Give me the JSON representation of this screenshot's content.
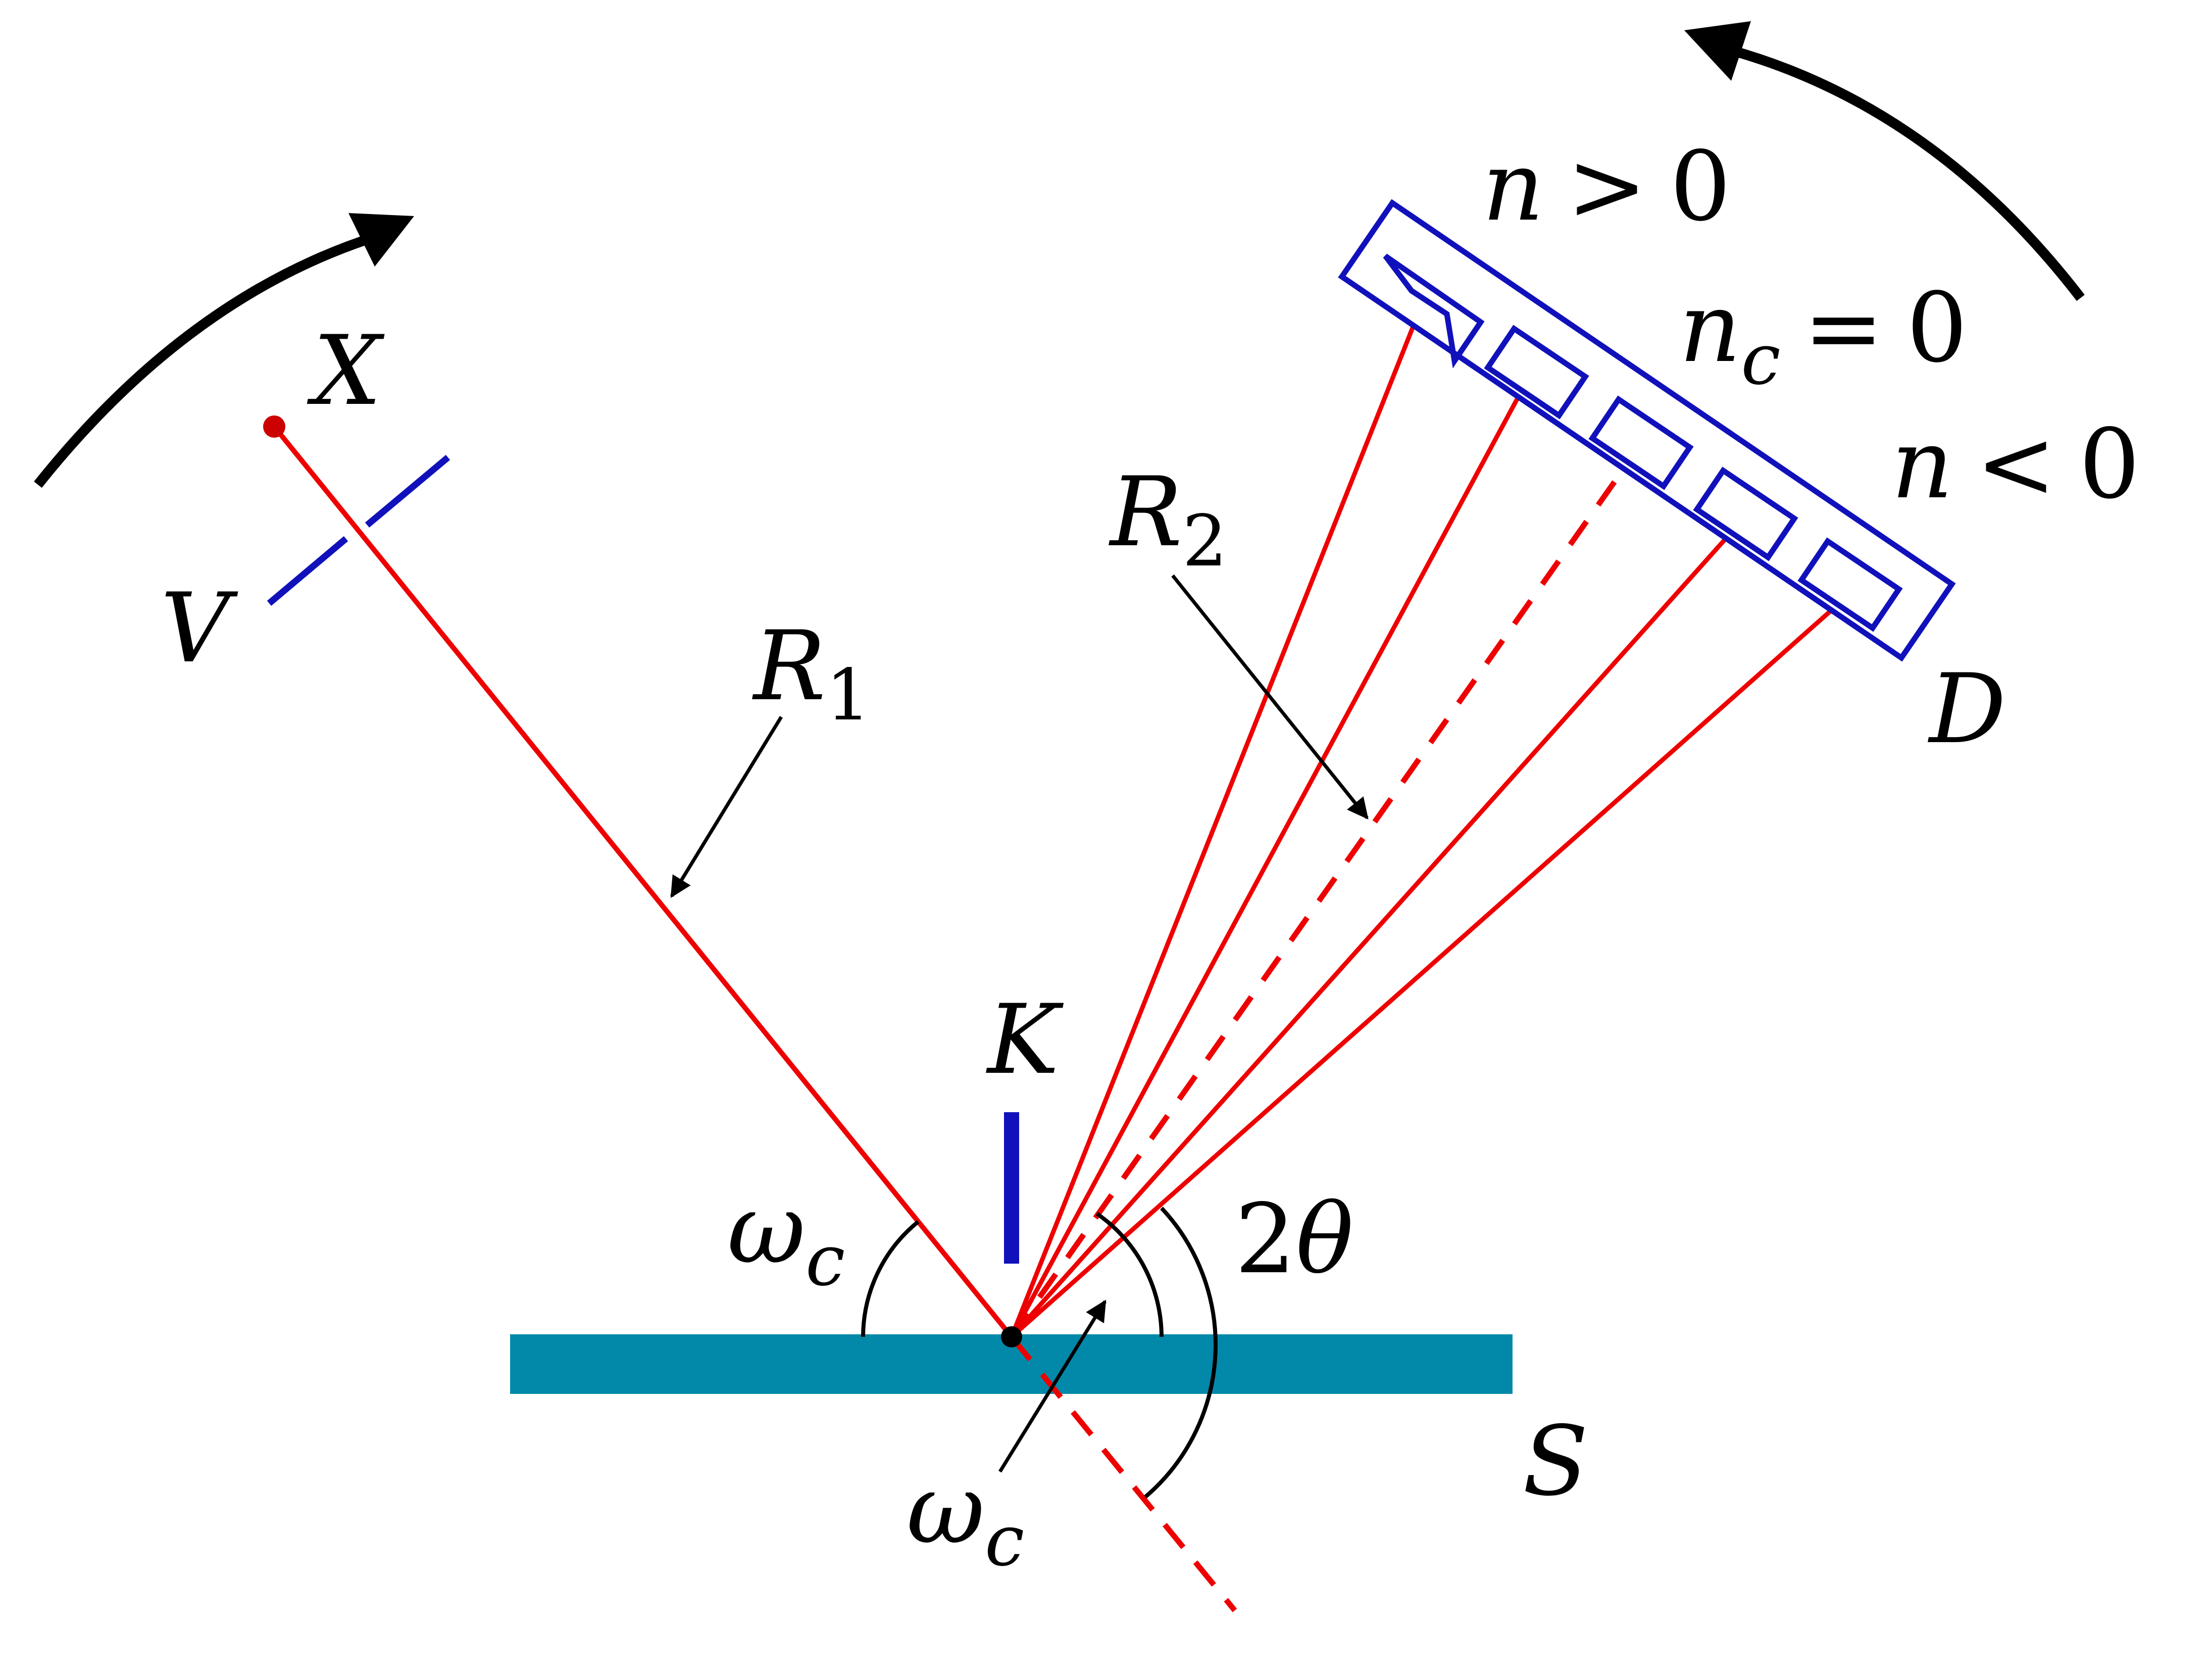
{
  "labels": {
    "source": "X",
    "slit": "V",
    "knife_edge": "K",
    "sample": "S",
    "detector": "D",
    "r1_base": "R",
    "r1_sub": "1",
    "r2_base": "R",
    "r2_sub": "2",
    "omega_base": "ω",
    "omega_sub": "c",
    "two_theta_num": "2",
    "two_theta_sym": "θ",
    "n_pos_var": "n",
    "n_pos_rel": ">",
    "n_pos_val": "0",
    "nc_var": "n",
    "nc_sub": "c",
    "nc_rel": "=",
    "nc_val": "0",
    "n_neg_var": "n",
    "n_neg_rel": "<",
    "n_neg_val": "0"
  },
  "colors": {
    "beam": "#ee0000",
    "source_dot": "#cc0000",
    "optics": "#1111bb",
    "sample": "#0289aa",
    "ink": "#000000"
  }
}
